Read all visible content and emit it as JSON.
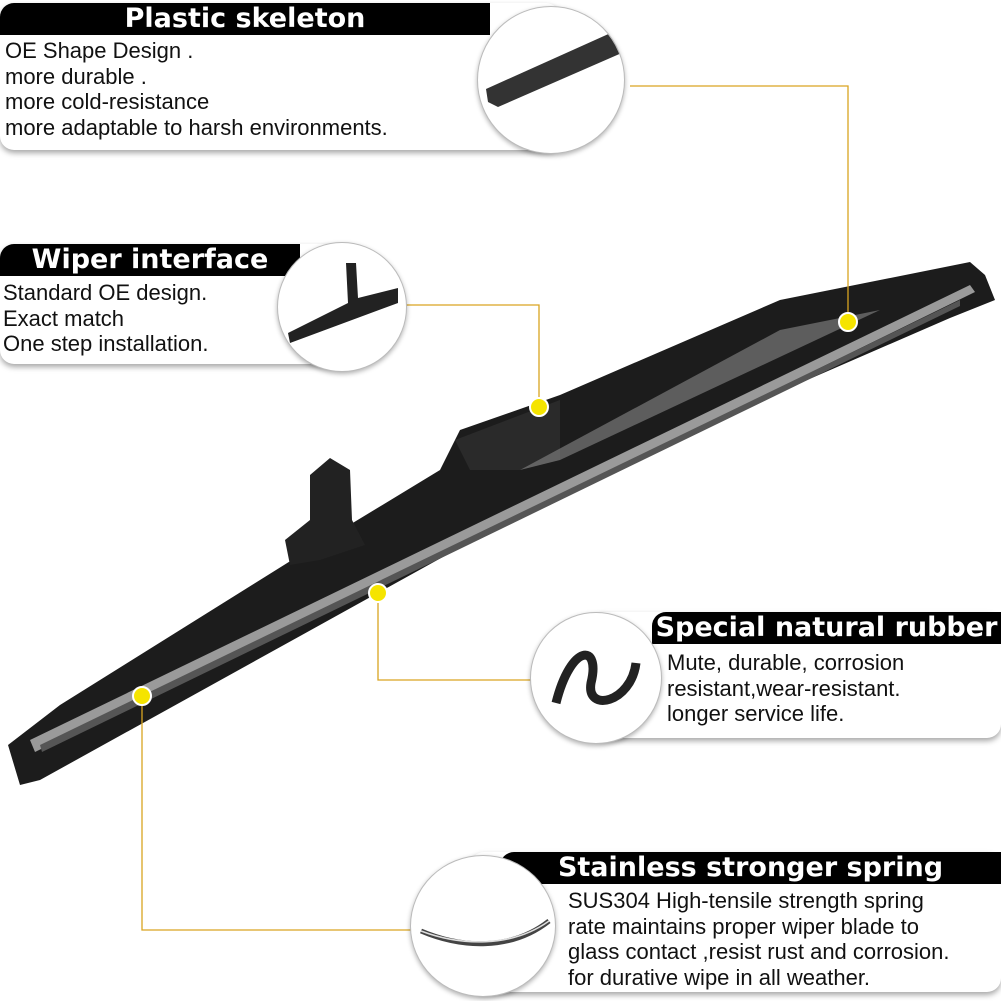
{
  "callouts": [
    {
      "title": "Plastic skeleton",
      "lines": [
        "OE Shape Design .",
        "more durable .",
        "more cold-resistance",
        "more adaptable to harsh environments."
      ]
    },
    {
      "title": "Wiper interface",
      "lines": [
        "Standard OE design.",
        "Exact match",
        "One step installation."
      ]
    },
    {
      "title": "Special natural rubber",
      "lines": [
        "Mute, durable, corrosion",
        "resistant,wear-resistant.",
        "longer service life."
      ]
    },
    {
      "title": "Stainless stronger spring",
      "lines": [
        "SUS304 High-tensile strength spring",
        "rate maintains proper wiper blade to",
        "glass contact ,resist rust and corrosion.",
        "for durative wipe in all weather."
      ]
    }
  ],
  "colors": {
    "accent": "#f5e400",
    "leader": "#d9a521",
    "blade": "#1c1c1c"
  }
}
